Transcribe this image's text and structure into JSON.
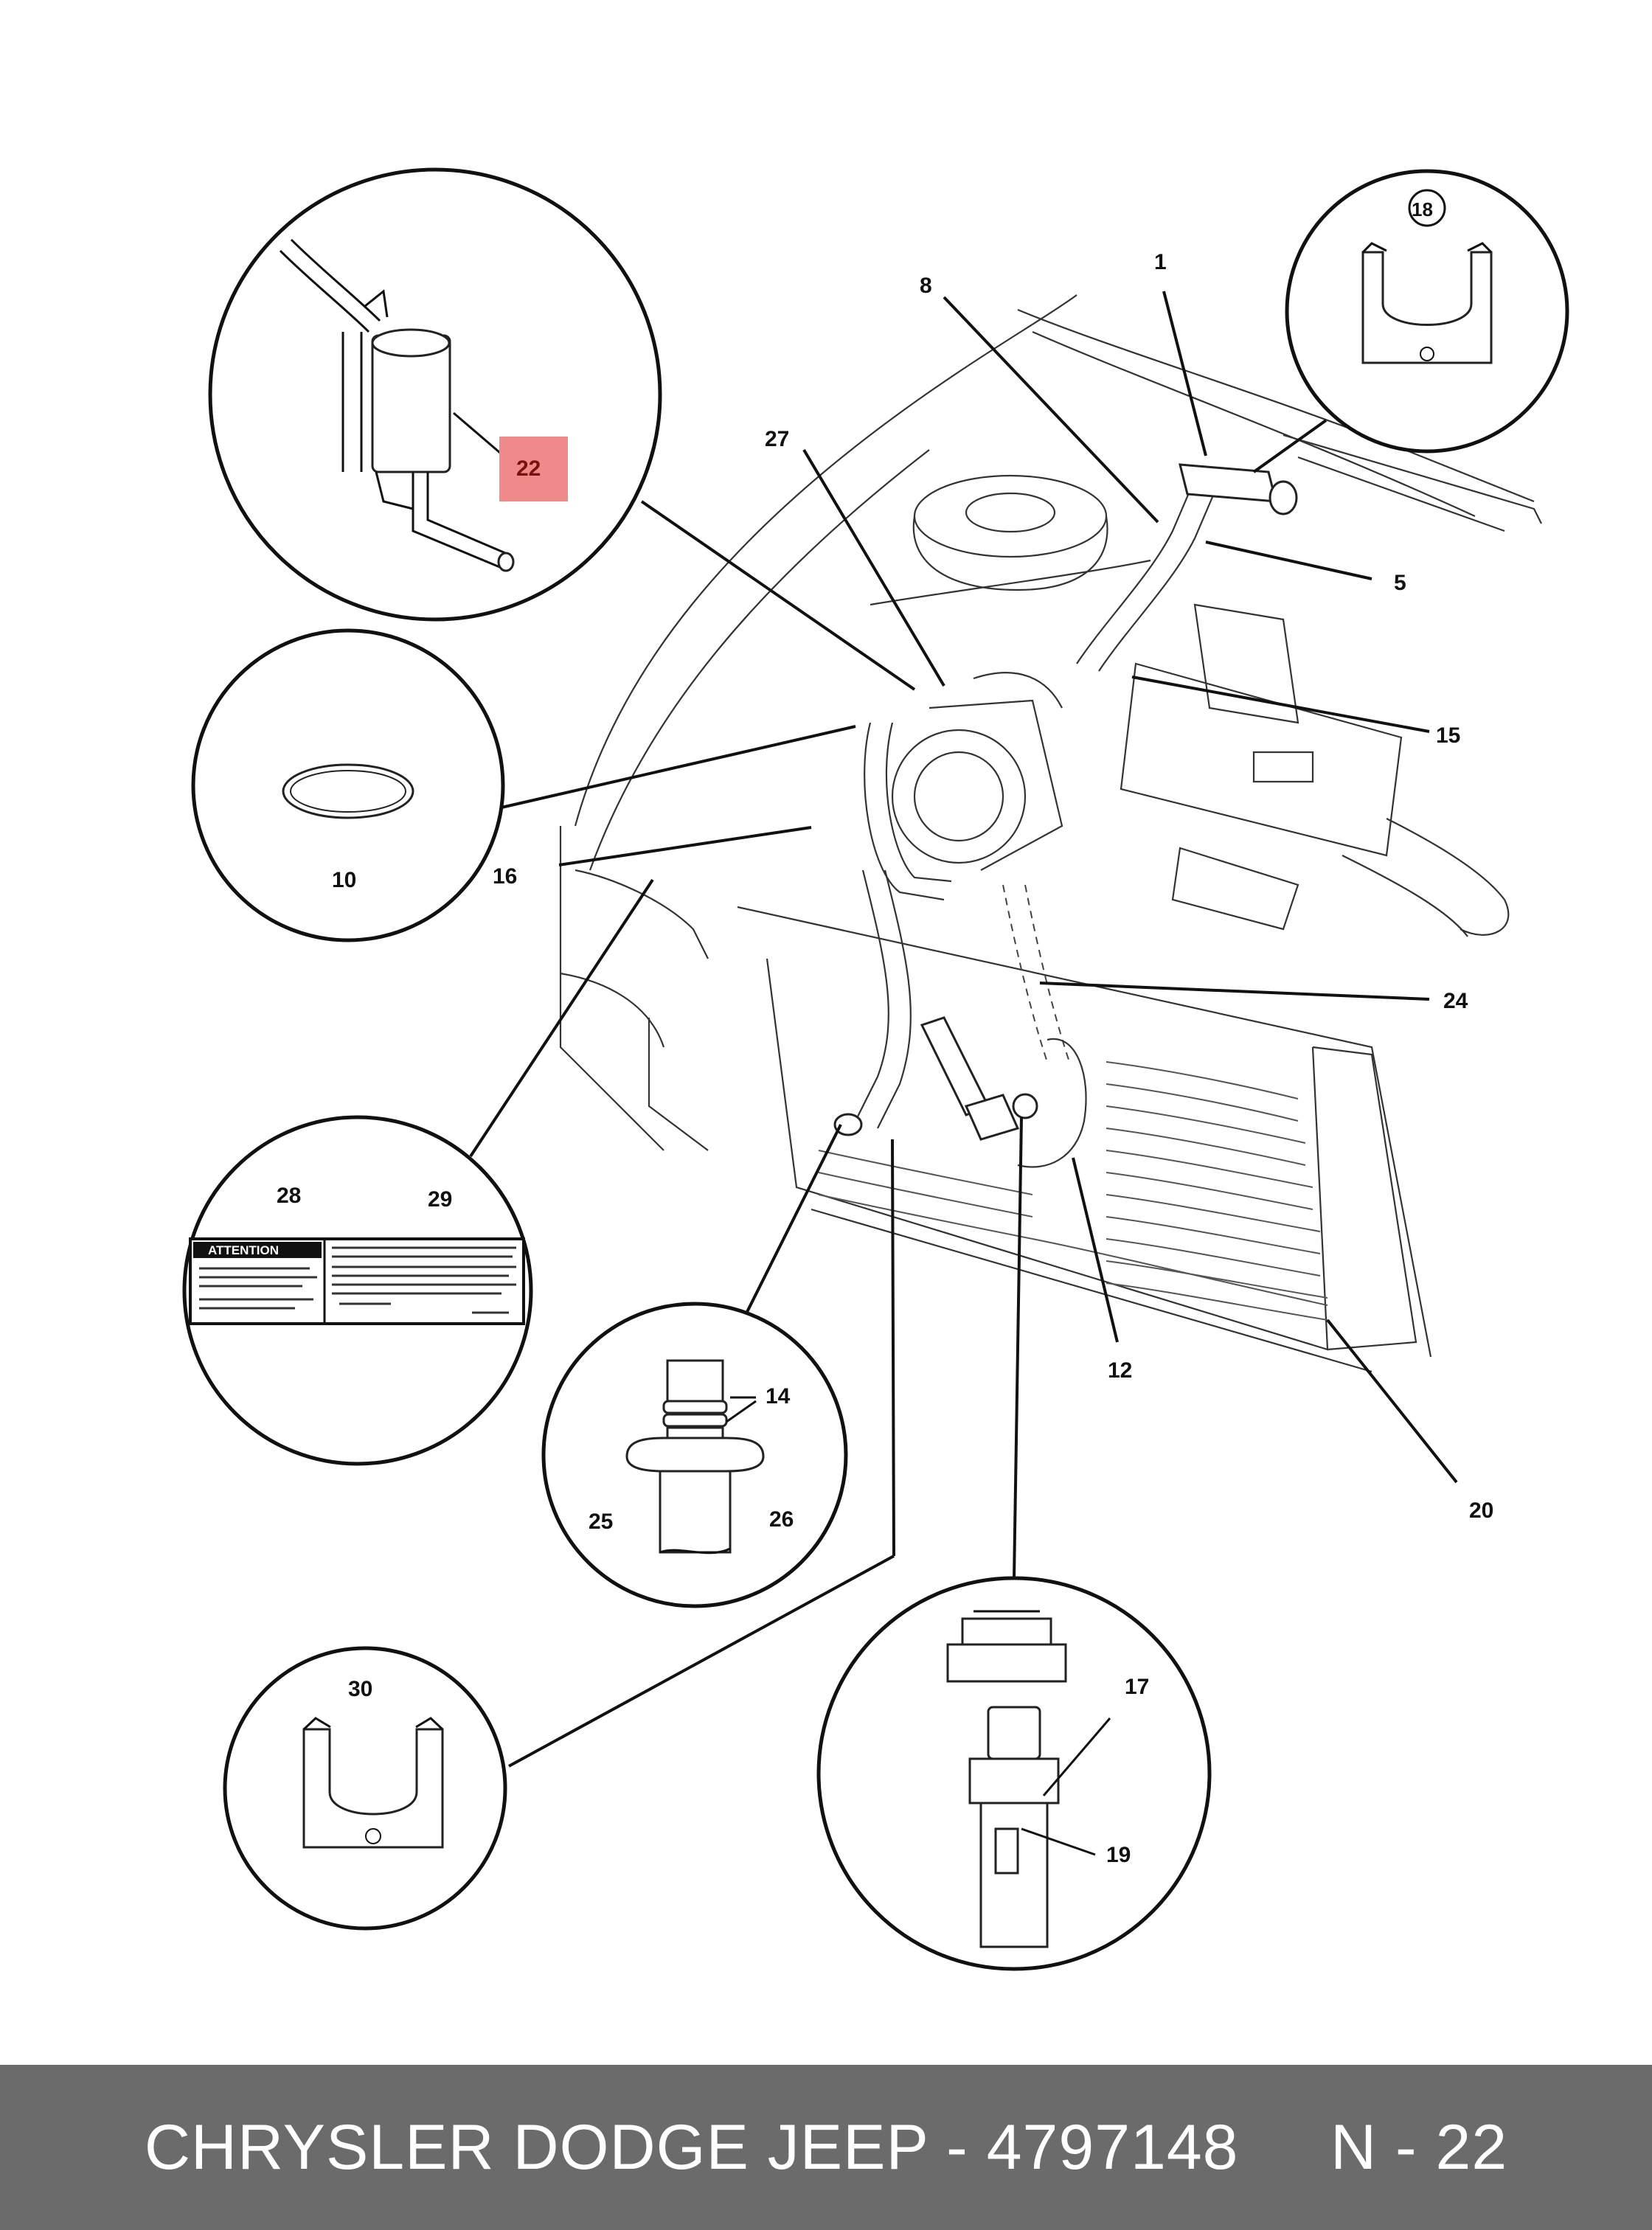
{
  "callouts": {
    "c1": "1",
    "c5": "5",
    "c8": "8",
    "c10": "10",
    "c12": "12",
    "c14": "14",
    "c15": "15",
    "c16": "16",
    "c17": "17",
    "c18": "18",
    "c19": "19",
    "c20": "20",
    "c22": "22",
    "c24": "24",
    "c25": "25",
    "c26": "26",
    "c27": "27",
    "c28": "28",
    "c29": "29",
    "c30": "30"
  },
  "label_28_29": {
    "attention": "ATTENTION"
  },
  "highlight_color": "#f08a8a",
  "footer": {
    "text": "CHRYSLER DODGE JEEP - 4797148     N - 22"
  }
}
